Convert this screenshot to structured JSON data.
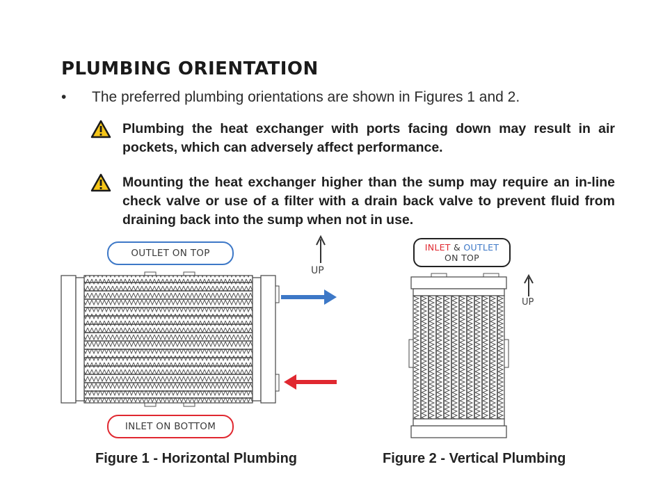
{
  "heading": "PLUMBING ORIENTATION",
  "bullet": {
    "marker": "•",
    "text": "The preferred plumbing orientations are shown in Figures 1 and 2."
  },
  "warnings": [
    {
      "icon": "warning-triangle-icon",
      "text": "Plumbing the heat exchanger with ports facing down may result in air pockets, which can adversely affect performance."
    },
    {
      "icon": "warning-triangle-icon",
      "text": "Mounting the heat exchanger higher than the sump may require an in-line check valve or use of a filter with a drain back valve to prevent fluid from draining back into the sump when not in use."
    }
  ],
  "figure1": {
    "outlet_label": "OUTLET ON TOP",
    "inlet_label": "INLET ON BOTTOM",
    "up_label": "UP",
    "caption": "Figure 1 - Horizontal Plumbing"
  },
  "figure2": {
    "label_inlet": "INLET",
    "label_amp": "&",
    "label_outlet": "OUTLET",
    "label_line2": "ON TOP",
    "up_label": "UP",
    "caption": "Figure 2 - Vertical Plumbing"
  },
  "colors": {
    "outlet_arrow": "#3d78c7",
    "inlet_arrow": "#e02830",
    "warning_fill": "#f5c518"
  }
}
